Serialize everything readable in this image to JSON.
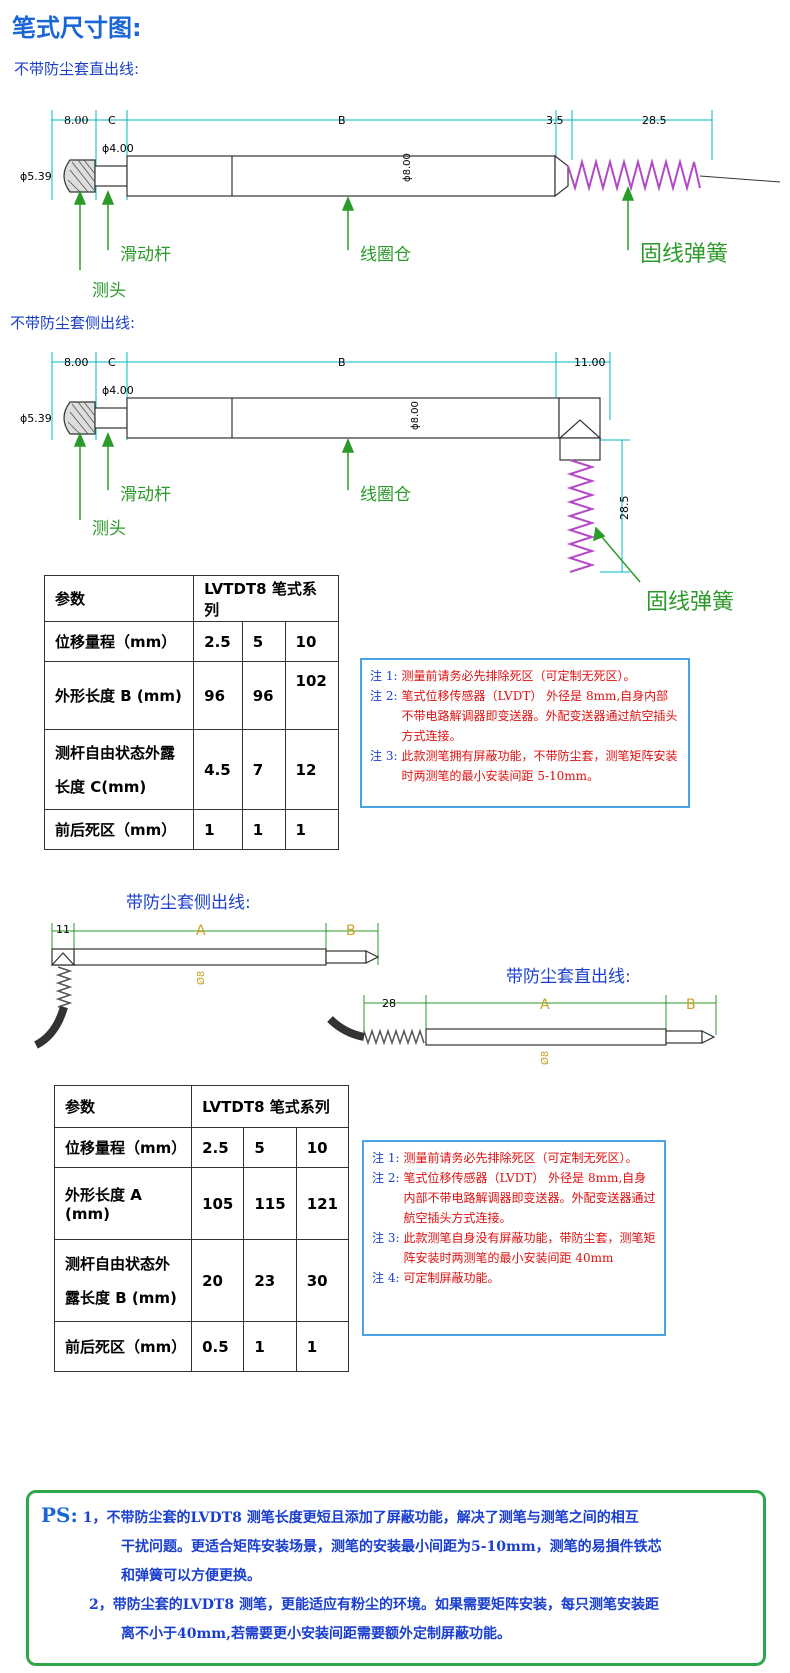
{
  "title": "笔式尺寸图:",
  "section1": {
    "heading": "不带防尘套直出线:",
    "dims": {
      "d1": "8.00",
      "d2": "C",
      "d3": "B",
      "d4": "3.5",
      "d5": "28.5",
      "phi4": "ϕ4.00",
      "phi539": "ϕ5.39",
      "phi8": "ϕ8.00"
    },
    "labels": {
      "slide": "滑动杆",
      "probe": "测头",
      "coil": "线圈仓",
      "spring": "固线弹簧"
    }
  },
  "section2": {
    "heading": "不带防尘套侧出线:",
    "dims": {
      "d1": "8.00",
      "d2": "C",
      "d3": "B",
      "d4": "11.00",
      "phi4": "ϕ4.00",
      "phi539": "ϕ5.39",
      "phi8": "ϕ8.00",
      "vert": "28.5"
    },
    "labels": {
      "slide": "滑动杆",
      "probe": "测头",
      "coil": "线圈仓",
      "spring": "固线弹簧"
    }
  },
  "table1": {
    "header": [
      "参数",
      "LVTDT8 笔式系列"
    ],
    "rows": [
      {
        "name": "位移量程（mm）",
        "v": [
          "2.5",
          "5",
          "10"
        ]
      },
      {
        "name": "外形长度 B (mm)",
        "v": [
          "96",
          "96",
          "102"
        ]
      },
      {
        "name": "测杆自由状态外露长度 C(mm)",
        "v": [
          "4.5",
          "7",
          "12"
        ]
      },
      {
        "name": "前后死区（mm）",
        "v": [
          "1",
          "1",
          "1"
        ]
      }
    ]
  },
  "notes1": [
    {
      "k": "注 1:",
      "t": "测量前请务必先排除死区（可定制无死区）。"
    },
    {
      "k": "注 2:",
      "t": "笔式位移传感器（LVDT） 外径是 8mm,自身内部不带电路解调器即变送器。外配变送器通过航空插头方式连接。"
    },
    {
      "k": "注 3:",
      "t": "此款测笔拥有屏蔽功能，不带防尘套，测笔矩阵安装时两测笔的最小安装间距 5-10mm。"
    }
  ],
  "section3": {
    "heading_side": "带防尘套侧出线:",
    "heading_straight": "带防尘套直出线:",
    "side_dims": {
      "d11": "11",
      "A": "A",
      "B": "B",
      "phi8": "Ø8"
    },
    "straight_dims": {
      "d28": "28",
      "A": "A",
      "B": "B",
      "phi8": "Ø8"
    }
  },
  "table2": {
    "header": [
      "参数",
      "LVTDT8 笔式系列"
    ],
    "rows": [
      {
        "name": "位移量程（mm）",
        "v": [
          "2.5",
          "5",
          "10"
        ]
      },
      {
        "name": "外形长度 A (mm)",
        "v": [
          "105",
          "115",
          "121"
        ]
      },
      {
        "name": "测杆自由状态外露长度 B (mm)",
        "v": [
          "20",
          "23",
          "30"
        ]
      },
      {
        "name": "前后死区（mm）",
        "v": [
          "0.5",
          "1",
          "1"
        ]
      }
    ]
  },
  "notes2": [
    {
      "k": "注 1:",
      "t": "测量前请务必先排除死区（可定制无死区）。"
    },
    {
      "k": "注 2:",
      "t": "笔式位移传感器（LVDT） 外径是 8mm,自身内部不带电路解调器即变送器。外配变送器通过航空插头方式连接。"
    },
    {
      "k": "注 3:",
      "t": "此款测笔自身没有屏蔽功能，带防尘套，测笔矩阵安装时两测笔的最小安装间距 40mm"
    },
    {
      "k": "注 4:",
      "t": "可定制屏蔽功能。"
    }
  ],
  "ps": {
    "label": "PS:",
    "l1": "1，不带防尘套的LVDT8 测笔长度更短且添加了屏蔽功能，解决了测笔与测笔之间的相互",
    "l2": "干扰问题。更适合矩阵安装场景，测笔的安装最小间距为5-10mm，测笔的易損件铁芯",
    "l3": "和弹簧可以方便更换。",
    "l4": "2，带防尘套的LVDT8 测笔，更能适应有粉尘的环境。如果需要矩阵安装，每只测笔安装距",
    "l5": "离不小于40mm,若需要更小安装间距需要额外定制屏蔽功能。"
  }
}
